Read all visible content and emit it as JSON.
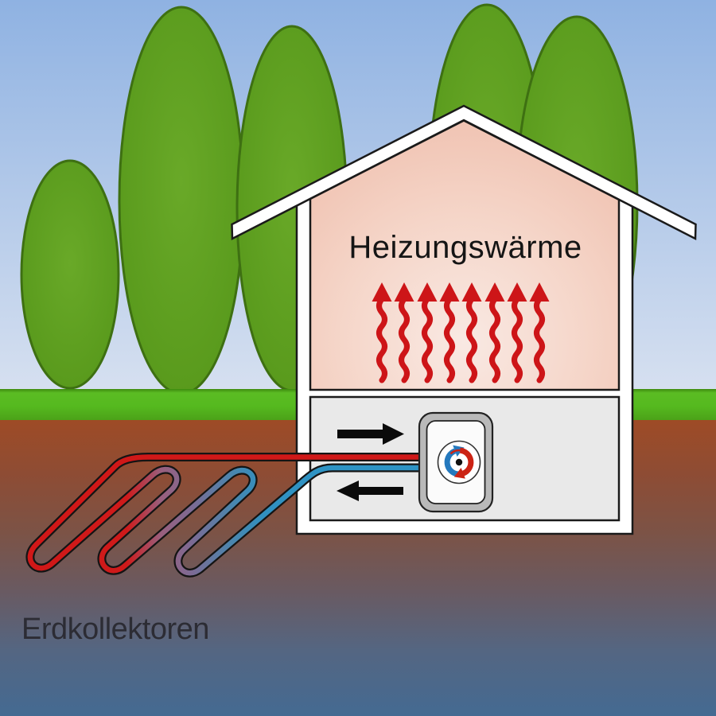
{
  "labels": {
    "heating_warmth": "Heizungswärme",
    "ground_collectors": "Erdkollektoren"
  },
  "colors": {
    "warm_pipe_red": "#d01818",
    "cold_pipe_blue": "#2e93c4",
    "heat_rise_arrow_red": "#cd1518",
    "flow_arrow_black": "#0a0a0a",
    "heating_label_color": "#151515",
    "collectors_label_color": "#2c2c34",
    "sky_top": "#8fb2e2",
    "sky_bottom": "#d6e0f0",
    "grass_green": "#55b91f",
    "ground_top_brown": "#9a4a26",
    "ground_bottom_blue": "#446a92",
    "tree_green": "#5a9b1d",
    "house_attic_pink": "#f0c2b1",
    "cellar_gray": "#e9e9e9",
    "cycle_icon_blue": "#2579be",
    "cycle_icon_red": "#cc2314"
  },
  "scene": {
    "heat_rise_arrow_count": 8,
    "collector_loop_count": 3,
    "tree_count": 5
  },
  "icons": [
    "refrigerant-cycle-icon",
    "flow-right-arrow",
    "flow-left-arrow",
    "heat-rise-arrow"
  ]
}
